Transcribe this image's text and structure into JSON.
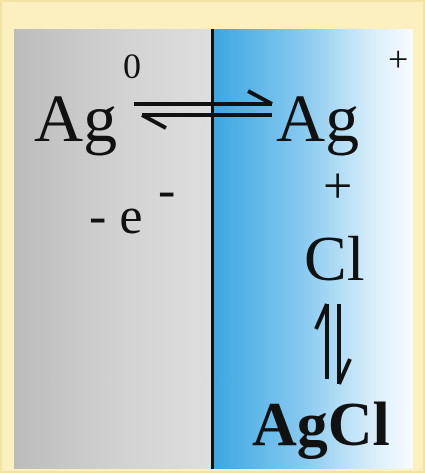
{
  "metal": {
    "species": "Ag",
    "charge": "0",
    "electron": "- e",
    "electron_charge": "-"
  },
  "solution": {
    "ion": "Ag",
    "ion_charge": "+",
    "plus": "+",
    "anion": "Cl",
    "precipitate": "AgCl"
  },
  "colors": {
    "background": "#fcf0c0",
    "metal": "#d0d0d0",
    "solution_dark": "#3aa6e2",
    "solution_light": "#f7fbff",
    "line": "#111111"
  }
}
